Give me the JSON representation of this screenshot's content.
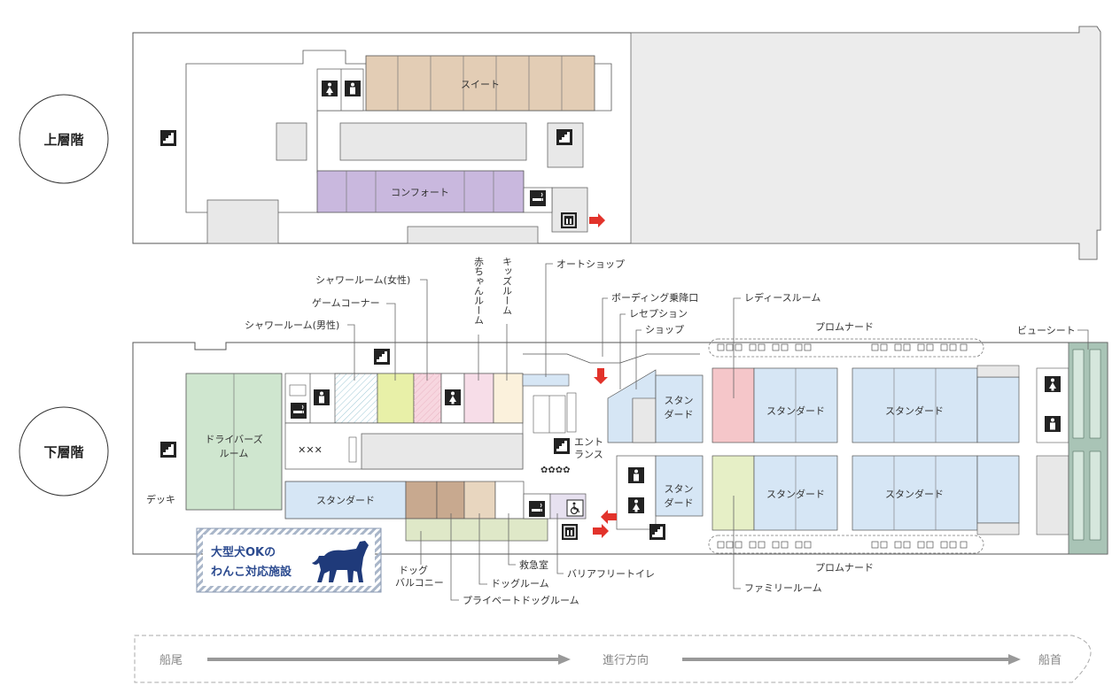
{
  "floors": {
    "upper": "上層階",
    "lower": "下層階"
  },
  "upper_rooms": {
    "suite": "スイート",
    "comfort": "コンフォート"
  },
  "lower_rooms": {
    "driver_room": [
      "ドライバーズ",
      "ルーム"
    ],
    "standard": "スタンダード",
    "standard_split": [
      "スタン",
      "ダード"
    ],
    "deck": "デッキ",
    "entrance": [
      "エント",
      "ランス"
    ]
  },
  "callouts_top": {
    "shower_male": "シャワールーム(男性)",
    "game_corner": "ゲームコーナー",
    "shower_female": "シャワールーム(女性)",
    "baby_room": "赤ちゃんルーム",
    "kids_room": "キッズルーム",
    "auto_shop": "オートショップ",
    "boarding": "ボーディング乗降口",
    "reception": "レセプション",
    "shop": "ショップ",
    "ladies_room": "レディースルーム",
    "promenade_top": "プロムナード",
    "view_seat": "ビューシート"
  },
  "callouts_bottom": {
    "dog_balcony": [
      "ドッグ",
      "バルコニー"
    ],
    "private_dog_room": "プライベートドッグルーム",
    "dog_room": "ドッグルーム",
    "first_aid": "救急室",
    "barrier_free_toilet": "バリアフリートイレ",
    "promenade_bottom": "プロムナード",
    "family_room": "ファミリールーム"
  },
  "dog_badge": {
    "line1": "大型犬OKの",
    "line2": "わんこ対応施設"
  },
  "direction": {
    "stern": "船尾",
    "heading": "進行方向",
    "bow": "船首"
  },
  "colors": {
    "suite": "#e3cdb5",
    "comfort": "#c9b8de",
    "standard": "#d6e6f5",
    "driver": "#cfe6cf",
    "ladies": "#f5c6c9",
    "family": "#e6efc6",
    "game": "#e8f0a8",
    "shower_female": "#f7d6df",
    "baby": "#f7dde8",
    "kids": "#fbf1dc",
    "dog_room_dark": "#c8a98f",
    "dog_room_light": "#e8d6bf",
    "balcony": "#dfe8c8",
    "view_seat": "#a9c4b6",
    "arrow_red": "#e2332b",
    "dog_blue": "#1f3a7a"
  },
  "icons": [
    "toilet-male-icon",
    "toilet-female-icon",
    "stairs-icon",
    "elevator-icon",
    "escalator-icon",
    "smoking-icon",
    "wheelchair-icon",
    "vending-icon",
    "dog-icon"
  ]
}
